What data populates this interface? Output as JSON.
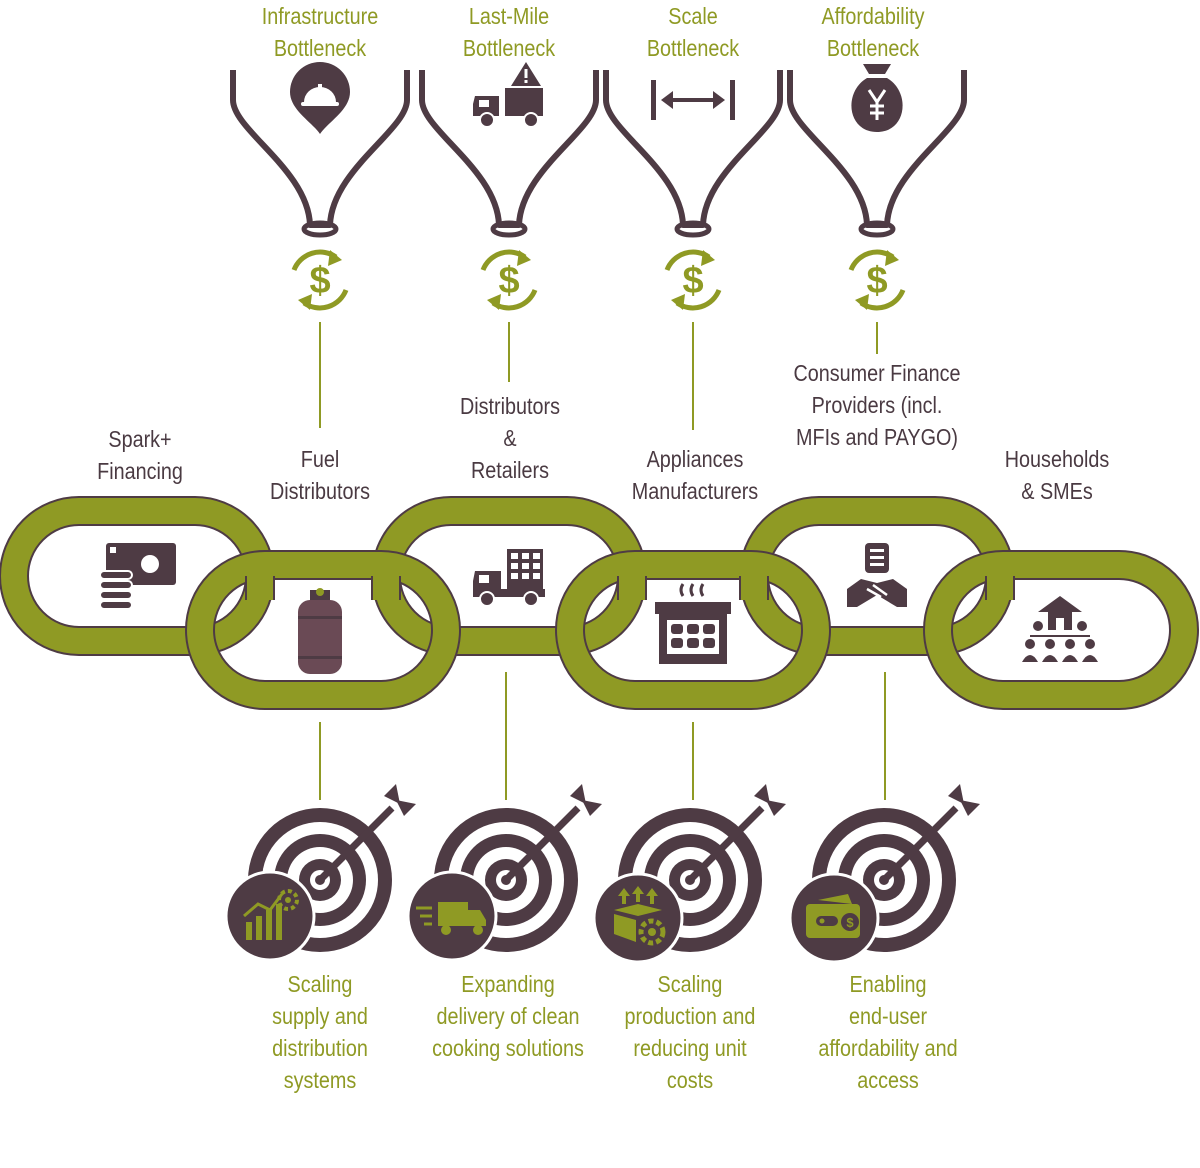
{
  "colors": {
    "green": "#8f9a24",
    "dark": "#4e3b44",
    "white": "#ffffff"
  },
  "bottlenecks": [
    {
      "line1": "Infrastructure",
      "line2": "Bottleneck",
      "icon": "location-pin-helmet-icon"
    },
    {
      "line1": "Last-Mile",
      "line2": "Bottleneck",
      "icon": "truck-warning-icon"
    },
    {
      "line1": "Scale",
      "line2": "Bottleneck",
      "icon": "horizontal-arrow-icon"
    },
    {
      "line1": "Affordability",
      "line2": "Bottleneck",
      "icon": "money-bag-yen-icon"
    }
  ],
  "actors": {
    "spark": {
      "line1": "Spark+",
      "line2": "Financing"
    },
    "fuel": {
      "line1": "Fuel",
      "line2": "Distributors"
    },
    "distributors": {
      "line1": "Distributors",
      "line2": "&",
      "line3": "Retailers"
    },
    "appliances": {
      "line1": "Appliances",
      "line2": "Manufacturers"
    },
    "consumer": {
      "line1": "Consumer Finance",
      "line2": "Providers (incl.",
      "line3": "MFIs and PAYGO)"
    },
    "households": {
      "line1": "Households",
      "line2": "& SMEs"
    }
  },
  "outcomes": [
    {
      "line1": "Scaling",
      "line2": "supply and",
      "line3": "distribution",
      "line4": "systems",
      "icon": "growth-chart-gear-icon"
    },
    {
      "line1": "Expanding",
      "line2": "delivery of clean",
      "line3": "cooking solutions",
      "icon": "fast-delivery-truck-icon"
    },
    {
      "line1": "Scaling",
      "line2": "production and",
      "line3": "reducing unit",
      "line4": "costs",
      "icon": "box-gear-arrows-icon"
    },
    {
      "line1": "Enabling",
      "line2": "end-user",
      "line3": "affordability and",
      "line4": "access",
      "icon": "wallet-dollar-icon"
    }
  ]
}
